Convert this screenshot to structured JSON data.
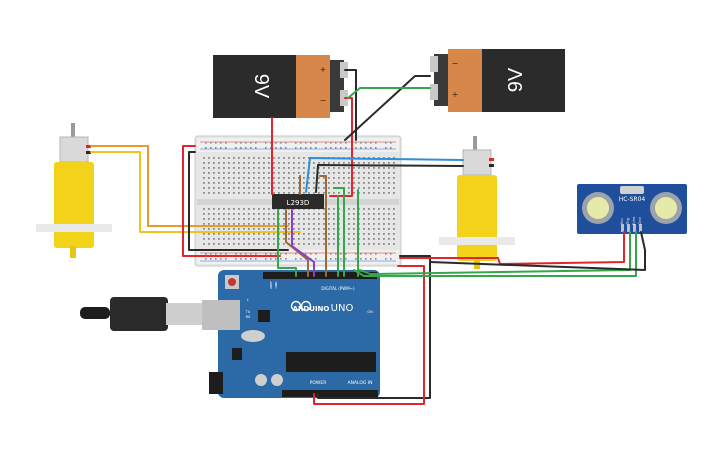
{
  "batteries": [
    {
      "label": "9V",
      "plus": "+",
      "minus": "−"
    },
    {
      "label": "9V",
      "plus": "+",
      "minus": "−"
    }
  ],
  "driver_chip": {
    "label": "L293D"
  },
  "sensor": {
    "label": "HC-SR04",
    "pins": [
      "Vcc",
      "Trig",
      "Echo",
      "Gnd"
    ]
  },
  "arduino": {
    "logo": "ARDUINO",
    "model": "UNO",
    "digital_label": "DIGITAL (PWM~)",
    "power_label": "POWER",
    "analog_label": "ANALOG IN",
    "led_labels": [
      "L",
      "TX",
      "RX"
    ],
    "on_label": "ON",
    "aref": "AREF",
    "gnd": "GND"
  },
  "colors": {
    "wire_red": "#e0262b",
    "wire_black": "#2a2a2a",
    "wire_orange": "#e89a2c",
    "wire_yellow": "#f2c21a",
    "wire_green": "#33a84a",
    "wire_blue": "#2f8fd6",
    "wire_purple": "#8a3fc6",
    "wire_brown": "#9a6a3a",
    "motor_yellow": "#f3d21a",
    "arduino_blue": "#2b6aa6",
    "sensor_blue": "#1f4f9c",
    "battery_body": "#2b2b2b",
    "battery_cap": "#d7874a"
  }
}
